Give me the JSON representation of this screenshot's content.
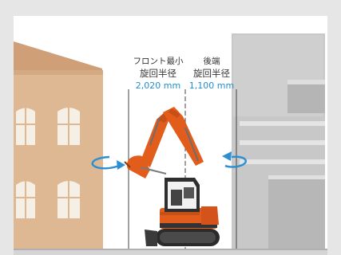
{
  "labels": {
    "front": {
      "title_line1": "フロント最小",
      "title_line2": "旋回半径",
      "value": "2,020 mm"
    },
    "rear": {
      "title_line1": "後端",
      "title_line2": "旋回半径",
      "value": "1,100 mm"
    }
  },
  "colors": {
    "background": "#e6e6e6",
    "panel": "#ffffff",
    "left_building": "#ddb893",
    "left_roof": "#d0a27a",
    "window": "#f6efe6",
    "right_building": "#c8c8c8",
    "excavator_body": "#e25c1c",
    "track": "#2b2b2b",
    "arrow": "#2a8fd3",
    "value_text": "#1f8fd0"
  },
  "icons": [
    "swing-arrow-left-icon",
    "swing-arrow-right-icon",
    "excavator-icon"
  ]
}
